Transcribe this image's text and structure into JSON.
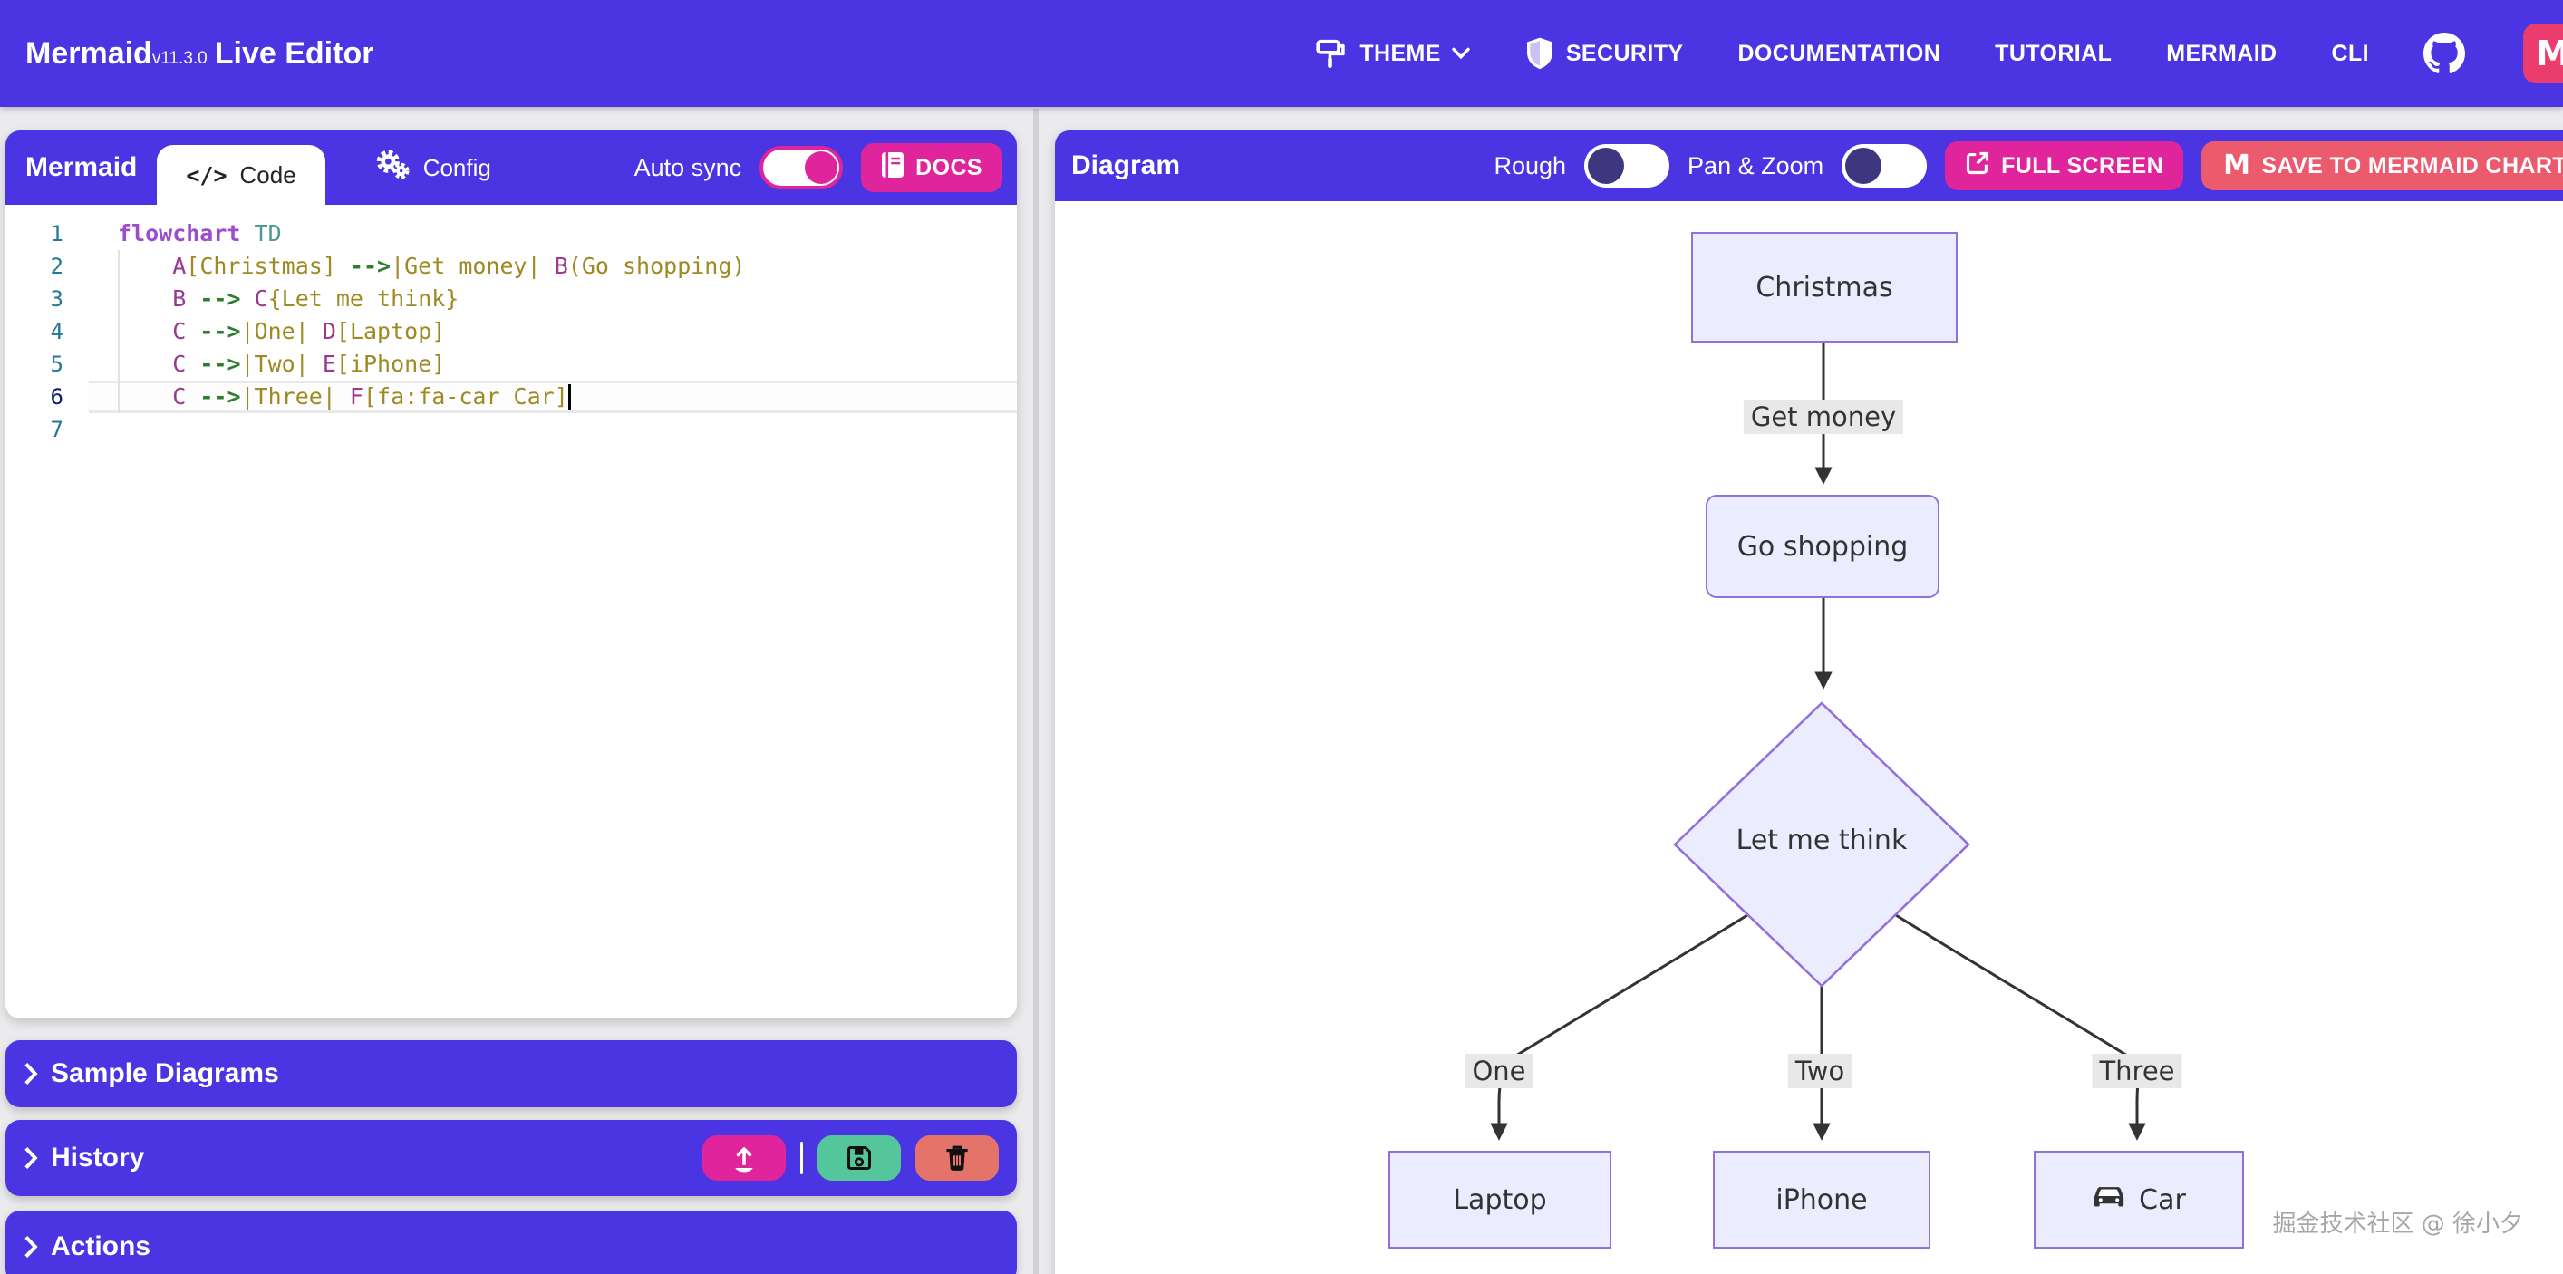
{
  "header": {
    "brand": {
      "name": "Mermaid",
      "version": "v11.3.0",
      "product": "Live Editor"
    },
    "nav": [
      {
        "label": "THEME"
      },
      {
        "label": "SECURITY"
      },
      {
        "label": "DOCUMENTATION"
      },
      {
        "label": "TUTORIAL"
      },
      {
        "label": "MERMAID"
      },
      {
        "label": "CLI"
      }
    ],
    "icons": {
      "theme": "theme-icon",
      "theme_caret": "chevron-down-icon",
      "security": "shield-icon",
      "github": "github-icon",
      "mermaid_chart": "mermaid-chart-logo"
    },
    "mermaid_chart_monogram": "M"
  },
  "editor_panel": {
    "title": "Mermaid",
    "tabs": [
      {
        "label": "Code",
        "icon": "code-icon",
        "active": true
      },
      {
        "label": "Config",
        "icon": "gear-icon",
        "active": false
      }
    ],
    "auto_sync": {
      "label": "Auto sync",
      "on": true
    },
    "docs_button": {
      "label": "DOCS",
      "icon": "book-icon"
    },
    "code": {
      "active_line": 6,
      "lines": [
        {
          "num": 1,
          "segments": [
            {
              "t": "flowchart",
              "c": "kw"
            },
            {
              "t": " ",
              "c": "pl"
            },
            {
              "t": "TD",
              "c": "dir"
            }
          ]
        },
        {
          "num": 2,
          "segments": [
            {
              "t": "    ",
              "c": "pl"
            },
            {
              "t": "A",
              "c": "id"
            },
            {
              "t": "[Christmas]",
              "c": "str"
            },
            {
              "t": " ",
              "c": "pl"
            },
            {
              "t": "-->",
              "c": "arr"
            },
            {
              "t": "|Get money|",
              "c": "str"
            },
            {
              "t": " ",
              "c": "pl"
            },
            {
              "t": "B",
              "c": "id"
            },
            {
              "t": "(Go shopping)",
              "c": "str"
            }
          ]
        },
        {
          "num": 3,
          "segments": [
            {
              "t": "    ",
              "c": "pl"
            },
            {
              "t": "B",
              "c": "id"
            },
            {
              "t": " ",
              "c": "pl"
            },
            {
              "t": "-->",
              "c": "arr"
            },
            {
              "t": " ",
              "c": "pl"
            },
            {
              "t": "C",
              "c": "id"
            },
            {
              "t": "{Let me think}",
              "c": "str"
            }
          ]
        },
        {
          "num": 4,
          "segments": [
            {
              "t": "    ",
              "c": "pl"
            },
            {
              "t": "C",
              "c": "id"
            },
            {
              "t": " ",
              "c": "pl"
            },
            {
              "t": "-->",
              "c": "arr"
            },
            {
              "t": "|One|",
              "c": "str"
            },
            {
              "t": " ",
              "c": "pl"
            },
            {
              "t": "D",
              "c": "id"
            },
            {
              "t": "[Laptop]",
              "c": "str"
            }
          ]
        },
        {
          "num": 5,
          "segments": [
            {
              "t": "    ",
              "c": "pl"
            },
            {
              "t": "C",
              "c": "id"
            },
            {
              "t": " ",
              "c": "pl"
            },
            {
              "t": "-->",
              "c": "arr"
            },
            {
              "t": "|Two|",
              "c": "str"
            },
            {
              "t": " ",
              "c": "pl"
            },
            {
              "t": "E",
              "c": "id"
            },
            {
              "t": "[iPhone]",
              "c": "str"
            }
          ]
        },
        {
          "num": 6,
          "segments": [
            {
              "t": "    ",
              "c": "pl"
            },
            {
              "t": "C",
              "c": "id"
            },
            {
              "t": " ",
              "c": "pl"
            },
            {
              "t": "-->",
              "c": "arr"
            },
            {
              "t": "|Three|",
              "c": "str"
            },
            {
              "t": " ",
              "c": "pl"
            },
            {
              "t": "F",
              "c": "id"
            },
            {
              "t": "[fa:fa-car Car]",
              "c": "str"
            }
          ]
        },
        {
          "num": 7,
          "segments": []
        }
      ]
    }
  },
  "left_panels": {
    "sample_diagrams": {
      "label": "Sample Diagrams"
    },
    "history": {
      "label": "History",
      "buttons": [
        {
          "icon": "upload-icon"
        },
        {
          "icon": "save-icon"
        },
        {
          "icon": "trash-icon"
        }
      ]
    },
    "actions": {
      "label": "Actions"
    }
  },
  "diagram_panel": {
    "title": "Diagram",
    "toggles": [
      {
        "label": "Rough",
        "on": false
      },
      {
        "label": "Pan & Zoom",
        "on": false
      }
    ],
    "full_screen_button": {
      "label": "FULL SCREEN",
      "icon": "external-link-icon"
    },
    "save_button": {
      "label": "SAVE TO MERMAID CHART",
      "icon": "mermaid-chart-logo"
    },
    "watermark": "掘金技术社区 @ 徐小夕",
    "flowchart": {
      "direction": "TD",
      "nodes": [
        {
          "id": "A",
          "label": "Christmas",
          "shape": "rect"
        },
        {
          "id": "B",
          "label": "Go shopping",
          "shape": "rounded"
        },
        {
          "id": "C",
          "label": "Let me think",
          "shape": "diamond"
        },
        {
          "id": "D",
          "label": "Laptop",
          "shape": "rect"
        },
        {
          "id": "E",
          "label": "iPhone",
          "shape": "rect"
        },
        {
          "id": "F",
          "label": "Car",
          "shape": "rect",
          "icon": "car-icon"
        }
      ],
      "edges": [
        {
          "from": "A",
          "to": "B",
          "label": "Get money"
        },
        {
          "from": "B",
          "to": "C",
          "label": ""
        },
        {
          "from": "C",
          "to": "D",
          "label": "One"
        },
        {
          "from": "C",
          "to": "E",
          "label": "Two"
        },
        {
          "from": "C",
          "to": "F",
          "label": "Three"
        }
      ]
    }
  },
  "colors": {
    "primary_purple": "#4b35e2",
    "accent_pink": "#e0249b",
    "save_salmon": "#eb5a6d",
    "history_green": "#55c69b",
    "history_red": "#e4746a",
    "node_fill": "#ECECFF",
    "node_border": "#9370DB",
    "edge_label_bg": "#e8e8e8",
    "toggle_off_knob": "#3e3780"
  }
}
